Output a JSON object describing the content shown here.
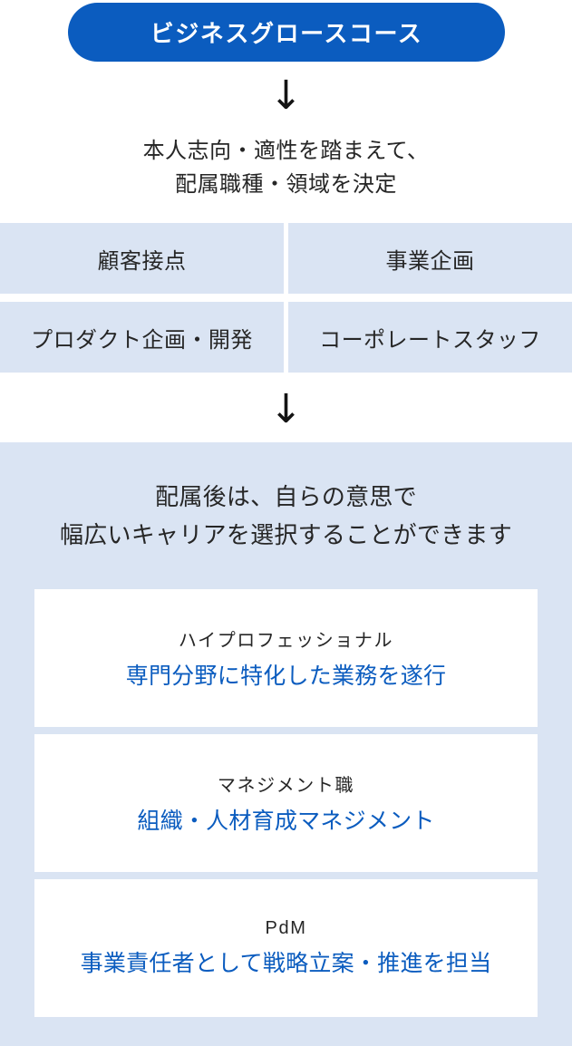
{
  "colors": {
    "brand_blue": "#0b5cbf",
    "panel_blue": "#dae4f3",
    "text_dark": "#262626",
    "card_white": "#ffffff"
  },
  "course": {
    "title": "ビジネスグロースコース"
  },
  "arrows": {
    "down_1": "↓",
    "down_2": "↓"
  },
  "assignment": {
    "line1": "本人志向・適性を踏まえて、",
    "line2": "配属職種・領域を決定"
  },
  "categories": [
    {
      "label": "顧客接点"
    },
    {
      "label": "事業企画"
    },
    {
      "label": "プロダクト企画・開発"
    },
    {
      "label": "コーポレートスタッフ"
    }
  ],
  "career_panel": {
    "heading_line1": "配属後は、自らの意思で",
    "heading_line2": "幅広いキャリアを選択することができます",
    "cards": [
      {
        "label": "ハイプロフェッショナル",
        "description": "専門分野に特化した業務を遂行"
      },
      {
        "label": "マネジメント職",
        "description": "組織・人材育成マネジメント"
      },
      {
        "label": "PdM",
        "description": "事業責任者として戦略立案・推進を担当"
      }
    ]
  }
}
